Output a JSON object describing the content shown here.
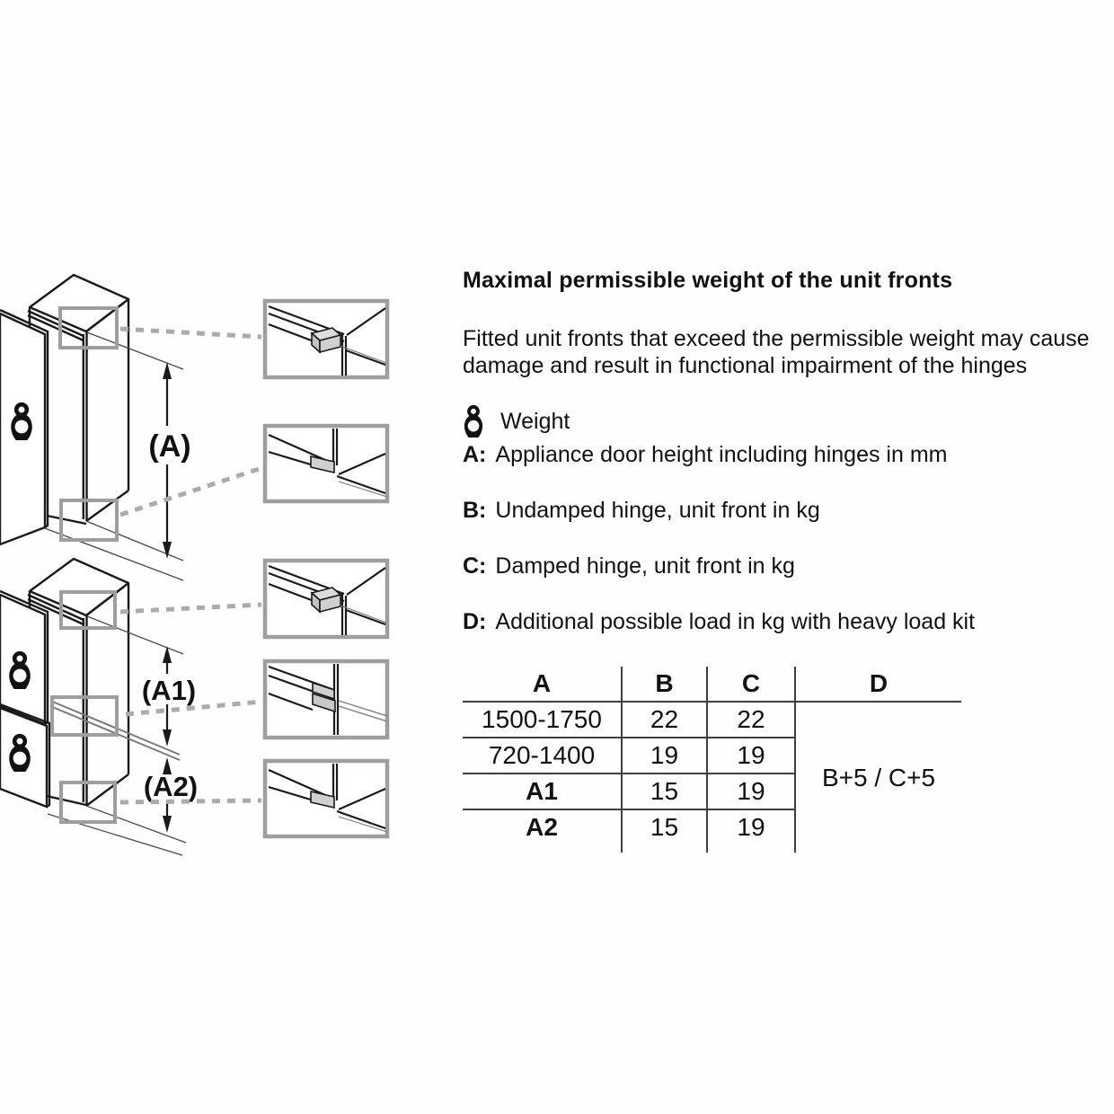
{
  "heading": {
    "title": "Maximal permissible weight of the unit fronts"
  },
  "intro": {
    "text": "Fitted unit fronts that exceed the permissible weight may cause damage and result in functional impairment of the hinges"
  },
  "legend": {
    "weight": {
      "icon": "weight-icon",
      "label": "Weight"
    },
    "items": [
      {
        "key": "A:",
        "text": "Appliance door height including hinges in mm"
      },
      {
        "key": "B:",
        "text": "Undamped hinge, unit front in kg"
      },
      {
        "key": "C:",
        "text": "Damped hinge, unit front in kg"
      },
      {
        "key": "D:",
        "text": "Additional possible load in kg with heavy load kit"
      }
    ]
  },
  "diagram": {
    "labels": {
      "a": "(A)",
      "a1": "(A1)",
      "a2": "(A2)"
    },
    "colors": {
      "line": "#1a1a1a",
      "highlight_gray": "#9e9e9e",
      "dash_gray": "#ababab",
      "hinge_fill": "#d0d0d0"
    }
  },
  "table": {
    "headers": [
      "A",
      "B",
      "C",
      "D"
    ],
    "rows": [
      {
        "a": "1500-1750",
        "b": "22",
        "c": "22"
      },
      {
        "a": "720-1400",
        "b": "19",
        "c": "19"
      },
      {
        "a": "A1",
        "b": "15",
        "c": "19"
      },
      {
        "a": "A2",
        "b": "15",
        "c": "19"
      }
    ],
    "d_value": "B+5 / C+5"
  }
}
